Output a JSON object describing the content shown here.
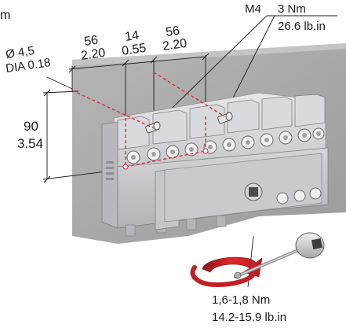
{
  "cropped_text_top_left": "m",
  "hole_diameter": {
    "metric": "Ø 4,5",
    "imperial": "DIA 0.18"
  },
  "dim_spacing_left": {
    "metric": "56",
    "imperial": "2.20"
  },
  "dim_offset": {
    "metric": "14",
    "imperial": "0.55"
  },
  "dim_spacing_right": {
    "metric": "56",
    "imperial": "2.20"
  },
  "dim_height": {
    "metric": "90",
    "imperial": "3.54"
  },
  "screw": {
    "thread": "M4",
    "torque_metric": "3 Nm",
    "torque_imperial": "26.6 lb.in"
  },
  "handle_torque": {
    "metric": "1,6-1,8 Nm",
    "imperial": "14.2-15.9 lb.in"
  },
  "colors": {
    "mounting_plate": "#a9a9a9",
    "switch_body": "#cfd0d2",
    "hole_lines": "#e0282e",
    "arrow": "#d9252b",
    "text": "#1a1a1a"
  }
}
